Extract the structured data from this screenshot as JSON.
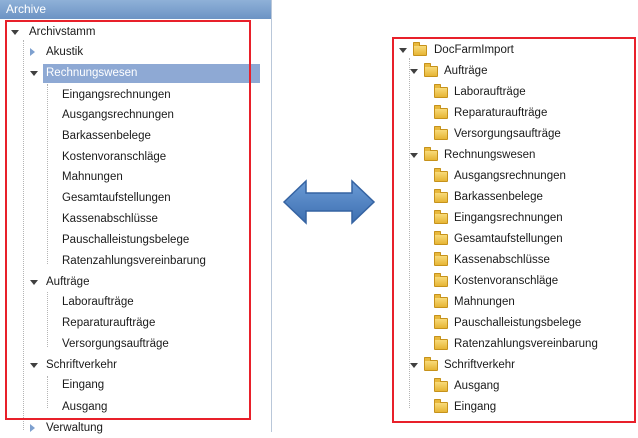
{
  "left_tree": {
    "header": "Archive",
    "root": "Archivstamm",
    "akustik": "Akustik",
    "rechnungswesen": "Rechnungswesen",
    "rechnungswesen_children": [
      "Eingangsrechnungen",
      "Ausgangsrechnungen",
      "Barkassenbelege",
      "Kostenvoranschläge",
      "Mahnungen",
      "Gesamtaufstellungen",
      "Kassenabschlüsse",
      "Pauschalleistungsbelege",
      "Ratenzahlungsvereinbarung"
    ],
    "auftraege": "Aufträge",
    "auftraege_children": [
      "Laboraufträge",
      "Reparaturaufträge",
      "Versorgungsaufträge"
    ],
    "schriftverkehr": "Schriftverkehr",
    "schriftverkehr_children": [
      "Eingang",
      "Ausgang"
    ],
    "verwaltung": "Verwaltung"
  },
  "right_tree": {
    "root": "DocFarmImport",
    "auftraege": "Aufträge",
    "auftraege_children": [
      "Laboraufträge",
      "Reparaturaufträge",
      "Versorgungsaufträge"
    ],
    "rechnungswesen": "Rechnungswesen",
    "rechnungswesen_children": [
      "Ausgangsrechnungen",
      "Barkassenbelege",
      "Eingangsrechnungen",
      "Gesamtaufstellungen",
      "Kassenabschlüsse",
      "Kostenvoranschläge",
      "Mahnungen",
      "Pauschalleistungsbelege",
      "Ratenzahlungsvereinbarung"
    ],
    "schriftverkehr": "Schriftverkehr",
    "schriftverkehr_children": [
      "Ausgang",
      "Eingang"
    ]
  },
  "colors": {
    "highlight_box": "#e8202a",
    "arrow": "#4a7ec0",
    "selection": "#8ea9d4"
  },
  "icons": {
    "arrow": "double-headed-arrow",
    "folder": "folder-icon"
  }
}
